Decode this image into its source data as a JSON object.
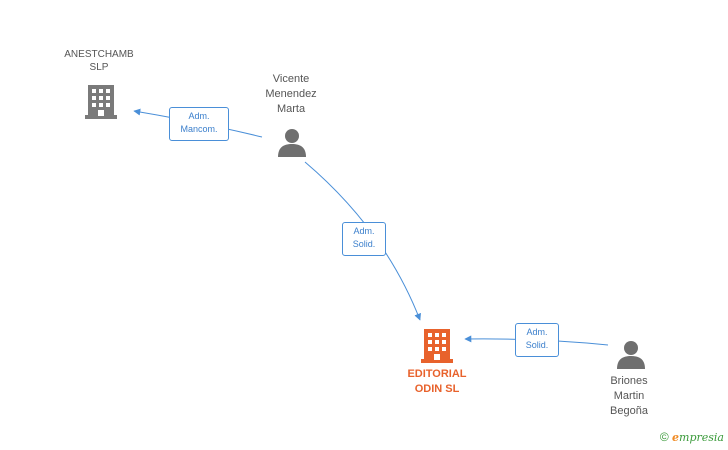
{
  "nodes": {
    "anestchamb": {
      "label": "ANESTCHAMB\nSLP",
      "line1": "ANESTCHAMB",
      "line2": "SLP",
      "type": "company"
    },
    "vicente": {
      "line1": "Vicente",
      "line2": "Menendez",
      "line3": "Marta",
      "type": "person"
    },
    "editorial": {
      "line1": "EDITORIAL",
      "line2": "ODIN SL",
      "type": "company-main"
    },
    "briones": {
      "line1": "Briones",
      "line2": "Martin",
      "line3": "Begoña",
      "type": "person"
    }
  },
  "edges": [
    {
      "from": "vicente",
      "to": "anestchamb",
      "line1": "Adm.",
      "line2": "Mancom."
    },
    {
      "from": "vicente",
      "to": "editorial",
      "line1": "Adm.",
      "line2": "Solid."
    },
    {
      "from": "briones",
      "to": "editorial",
      "line1": "Adm.",
      "line2": "Solid."
    }
  ],
  "colors": {
    "edge": "#4a8fd8",
    "company_icon": "#7a7a7a",
    "main_icon": "#e8622c",
    "person_icon": "#6f6f6f"
  },
  "footer": {
    "copyright": "©",
    "brand_initial": "e",
    "brand_rest": "mpresia"
  }
}
